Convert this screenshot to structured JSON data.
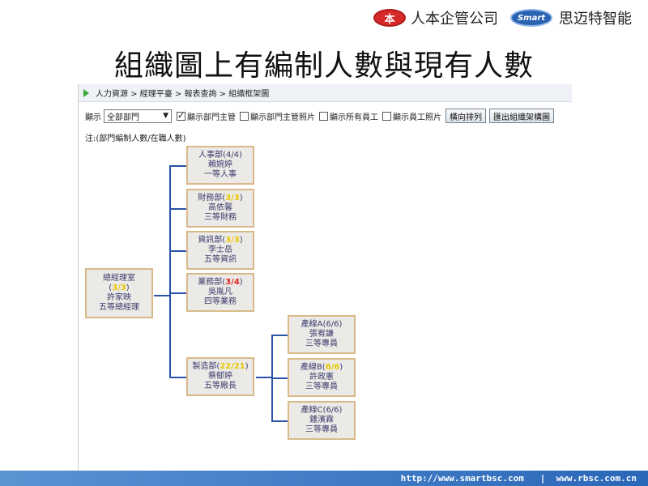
{
  "header": {
    "logo_ben": "本",
    "company_main": "人本企管公司",
    "logo_smart": "Smart",
    "company_smart": "思迈特智能"
  },
  "slide_title": "組織圖上有編制人數與現有人數",
  "breadcrumb": "人力資源 > 經理平臺 > 報表查詢 > 組織框架圖",
  "toolbar": {
    "display_label": "顯示",
    "dept_select_value": "全部部門",
    "show_manager": "顯示部門主管",
    "show_manager_photo": "顯示部門主管照片",
    "show_all_staff": "顯示所有員工",
    "show_staff_photo": "顯示員工照片",
    "horizontal_button": "橫向排列",
    "export_button": "匯出組織架構圖"
  },
  "note": "注:(部門編制人數/在職人數)",
  "org": {
    "root": {
      "name": "總經理室",
      "count": "3/3",
      "person": "許家映",
      "title": "五等總經理"
    },
    "depts": [
      {
        "name": "人事部",
        "count": "4/4",
        "person": "賴婉婷",
        "title": "一等人事"
      },
      {
        "name": "財務部",
        "count": "3/3",
        "person": "高依馨",
        "title": "三等財務"
      },
      {
        "name": "資訊部",
        "count": "3/3",
        "person": "李士岳",
        "title": "五等資訊"
      },
      {
        "name": "業務部",
        "count": "3/4",
        "person": "吳胤凡",
        "title": "四等業務"
      },
      {
        "name": "製造部",
        "count": "22/21",
        "person": "蔡郁婷",
        "title": "五等廠長"
      }
    ],
    "lines": [
      {
        "name": "產線A",
        "count": "6/6",
        "person": "張宥謙",
        "title": "三等專員"
      },
      {
        "name": "產線B",
        "count": "6/6",
        "person": "許政憲",
        "title": "三等專員"
      },
      {
        "name": "產線C",
        "count": "6/6",
        "person": "鍾濱霖",
        "title": "三等專員"
      }
    ]
  },
  "footer": "http://www.smartbsc.com   |  www.rbsc.com.cn",
  "colors": {
    "node_bg": "#ebeae6",
    "node_border": "#d9b98a",
    "connector": "#2a52a8",
    "count_highlight": "#e8c800",
    "count_alert": "#d22222"
  }
}
